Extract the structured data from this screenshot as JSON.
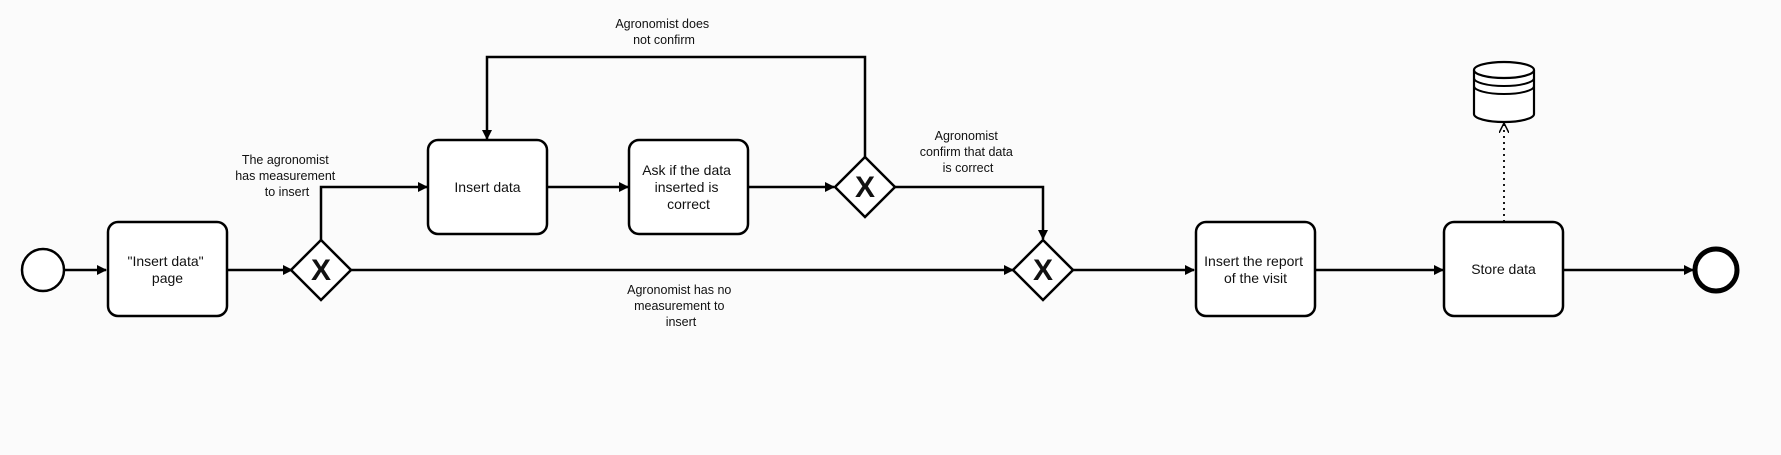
{
  "tasks": {
    "insert_data_page": [
      "\"Insert data\"",
      "page"
    ],
    "insert_data": [
      "Insert data"
    ],
    "ask_confirm": [
      "Ask if the data",
      "inserted is",
      "correct"
    ],
    "insert_report": [
      "Insert the report",
      "of the visit"
    ],
    "store_data": [
      "Store data"
    ]
  },
  "flow_labels": {
    "has_measurement": [
      "The agronomist",
      "has measurement",
      "to insert"
    ],
    "not_confirm": [
      "Agronomist does",
      "not confirm"
    ],
    "confirm": [
      "Agronomist",
      "confirm that data",
      "is correct"
    ],
    "no_measurement": [
      "Agronomist has no",
      "measurement to",
      "insert"
    ]
  },
  "gateways": {
    "marker": "X"
  }
}
